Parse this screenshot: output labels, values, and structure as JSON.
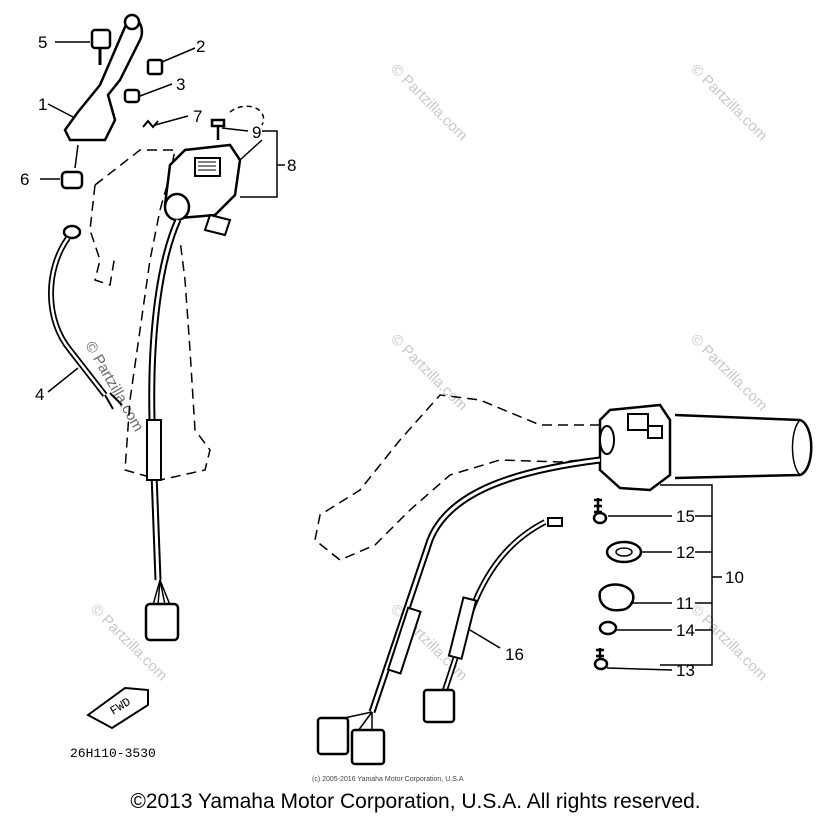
{
  "diagram_code": "26H110-3530",
  "fwd_label": "FWD",
  "watermark": "© Partzilla.com",
  "small_notice": "(c) 2005-2016 Yamaha Motor Corporation, U.S.A",
  "copyright": "©2013 Yamaha Motor Corporation, U.S.A. All rights reserved.",
  "callouts": {
    "c1": "1",
    "c2": "2",
    "c3": "3",
    "c4": "4",
    "c5": "5",
    "c6": "6",
    "c7": "7",
    "c8": "8",
    "c9": "9",
    "c10": "10",
    "c11": "11",
    "c12": "12",
    "c13": "13",
    "c14": "14",
    "c15": "15",
    "c16": "16"
  }
}
